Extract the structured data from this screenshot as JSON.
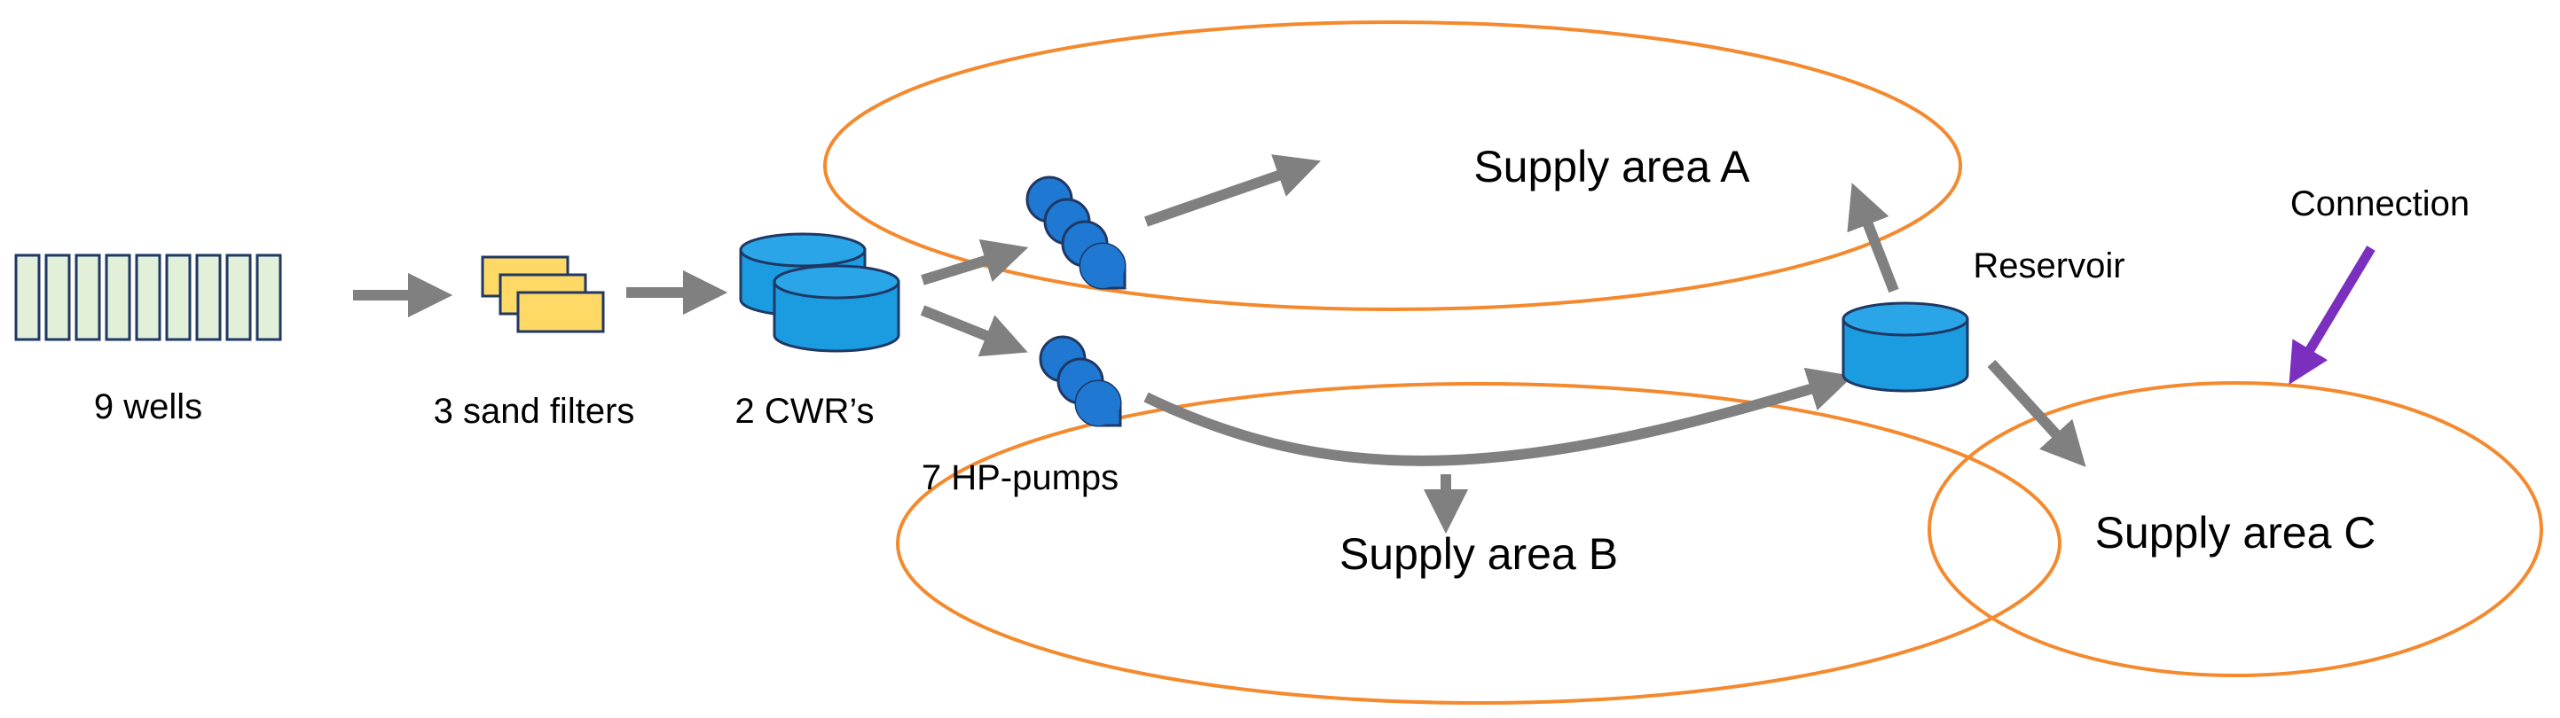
{
  "labels": {
    "wells": "9 wells",
    "sand_filters": "3 sand filters",
    "cwrs": "2 CWR’s",
    "hp_pumps": "7 HP-pumps",
    "reservoir": "Reservoir",
    "connection": "Connection"
  },
  "supply_areas": {
    "a": "Supply area A",
    "b": "Supply area B",
    "c": "Supply area C"
  },
  "colors": {
    "well_fill": "#e2f0d9",
    "well_stroke": "#1f3864",
    "filter_fill": "#ffd966",
    "tank_fill": "#1b9be0",
    "tank_top": "#2aa6e8",
    "pump_fill": "#1f78d1",
    "arrow": "#808080",
    "area_stroke": "#f4892d",
    "connection_arrow": "#7b2fbf"
  },
  "icons": {
    "well": "well-icon",
    "sand_filter": "sand-filter-icon",
    "tank": "tank-icon",
    "pump": "pump-icon",
    "reservoir": "reservoir-tank-icon"
  }
}
